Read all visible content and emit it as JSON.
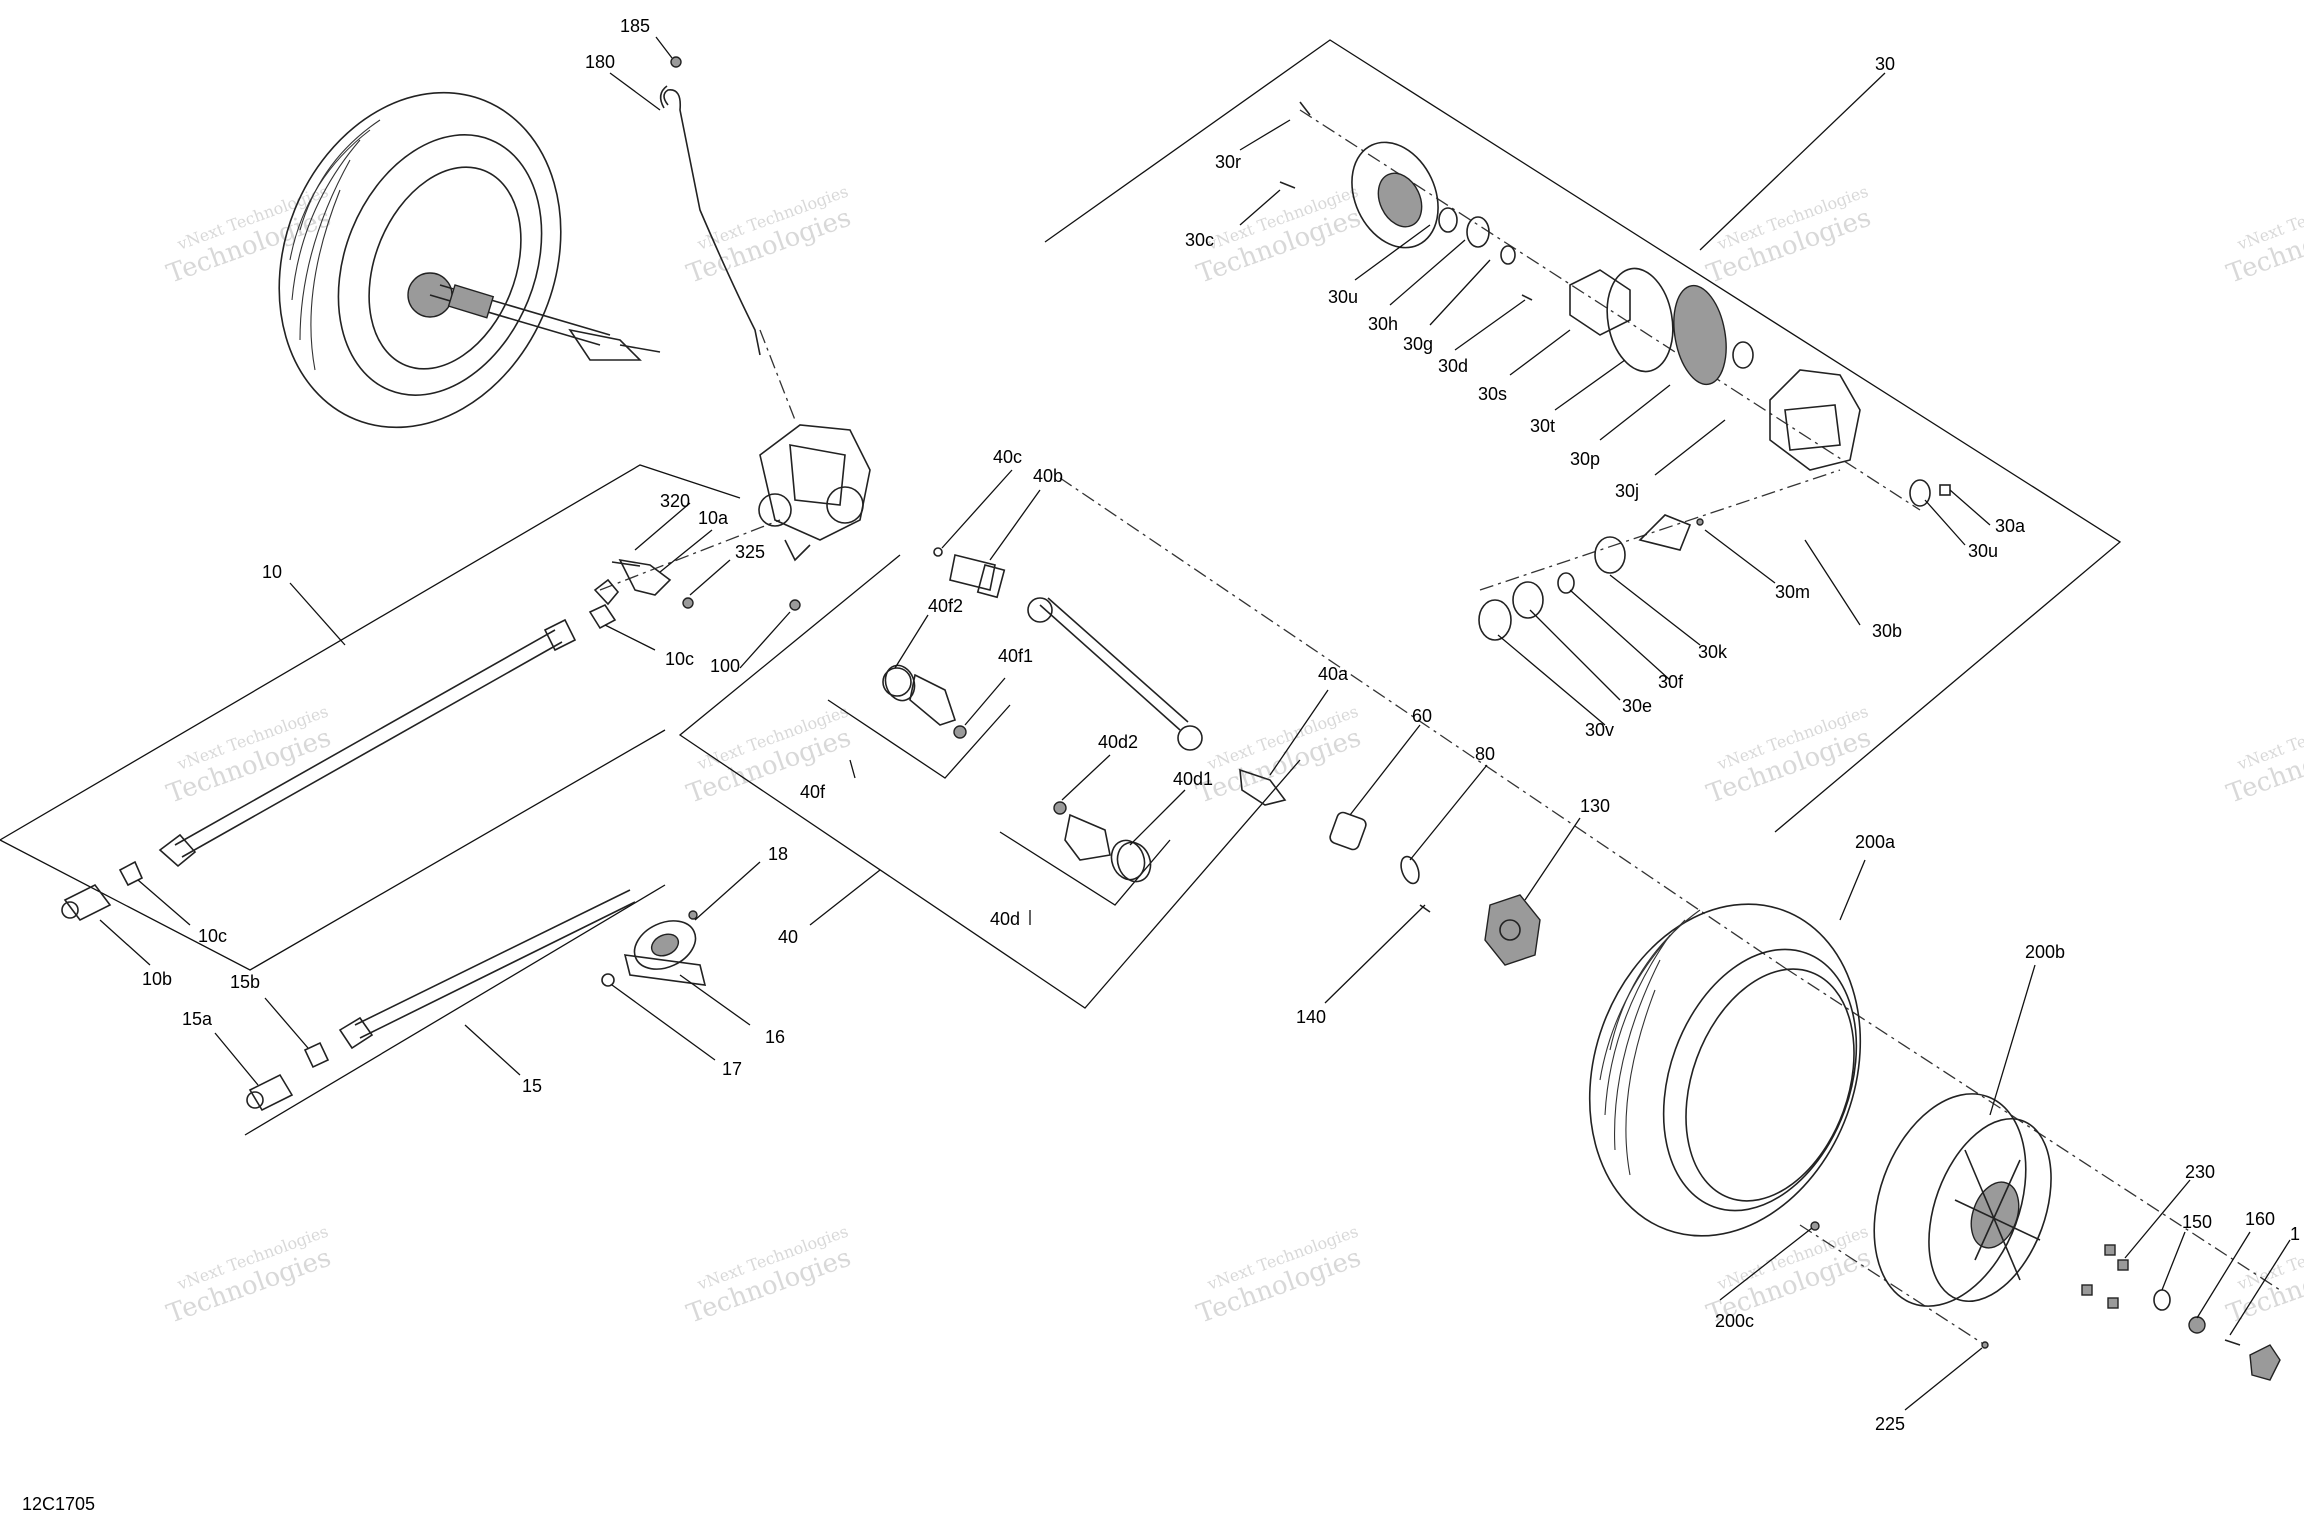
{
  "diagram_code": "12C1705",
  "watermark": {
    "line1": "vNext Technologies",
    "line2": "Technologies"
  },
  "labels": {
    "l185": "185",
    "l180": "180",
    "l30": "30",
    "l30r": "30r",
    "l30c": "30c",
    "l30u_top": "30u",
    "l30h": "30h",
    "l30g": "30g",
    "l30d": "30d",
    "l30s": "30s",
    "l30t": "30t",
    "l30p": "30p",
    "l30j": "30j",
    "l30a": "30a",
    "l30u_right": "30u",
    "l30m": "30m",
    "l30b": "30b",
    "l30k": "30k",
    "l30f": "30f",
    "l30e": "30e",
    "l30v": "30v",
    "l320": "320",
    "l10a": "10a",
    "l325": "325",
    "l10": "10",
    "l100": "100",
    "l10c_top": "10c",
    "l10c_bottom": "10c",
    "l10b": "10b",
    "l40c": "40c",
    "l40b": "40b",
    "l40f2": "40f2",
    "l40f1": "40f1",
    "l40f": "40f",
    "l40a": "40a",
    "l40d2": "40d2",
    "l40d1": "40d1",
    "l40d": "40d",
    "l40": "40",
    "l60": "60",
    "l80": "80",
    "l130": "130",
    "l140": "140",
    "l18": "18",
    "l16": "16",
    "l17": "17",
    "l15": "15",
    "l15a": "15a",
    "l15b": "15b",
    "l200a": "200a",
    "l200b": "200b",
    "l200c": "200c",
    "l225": "225",
    "l230": "230",
    "l150": "150",
    "l160": "160",
    "l1": "1"
  }
}
